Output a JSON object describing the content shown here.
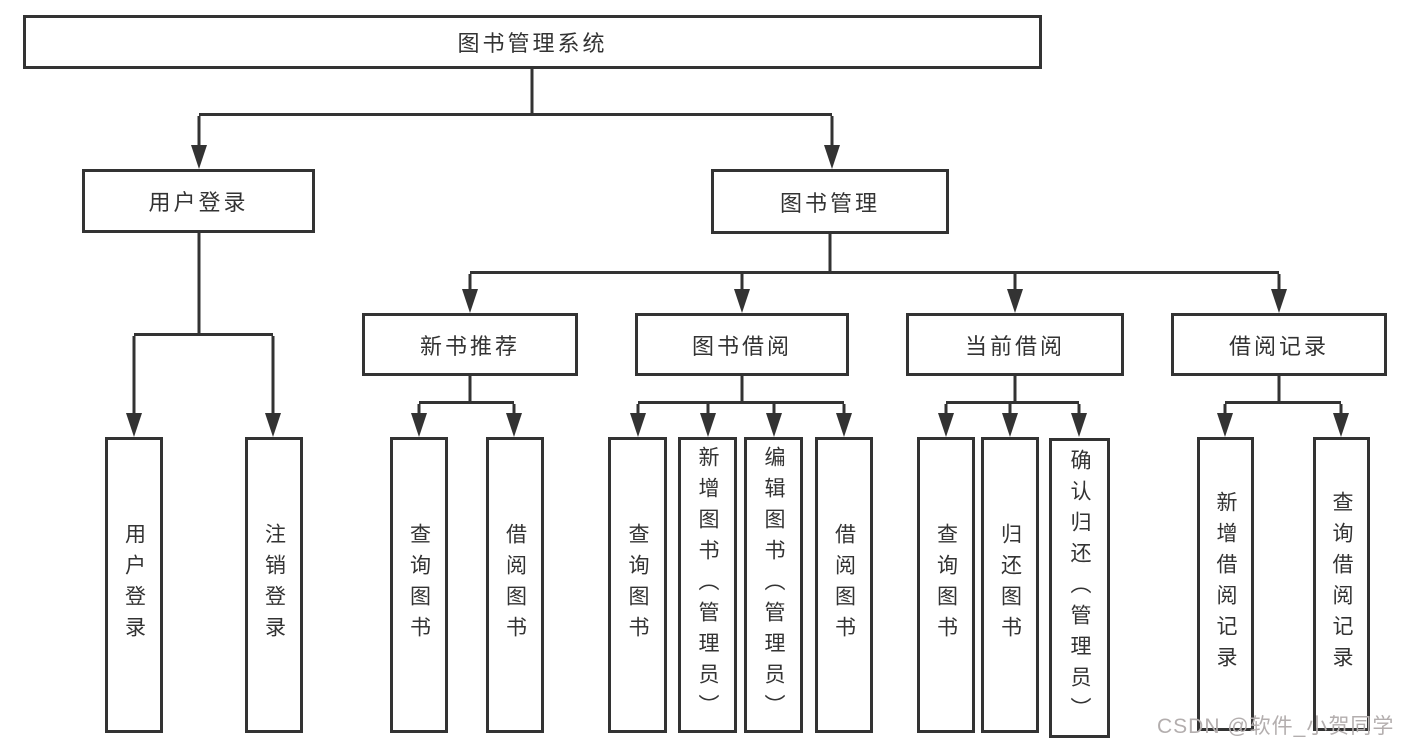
{
  "colors": {
    "line": "#333333",
    "text": "#333333",
    "watermark": "#b3aeae"
  },
  "watermark": "CSDN @软件_小贺同学",
  "tree": {
    "label": "图书管理系统",
    "children": [
      {
        "label": "用户登录",
        "children": [
          {
            "label": "用户登录"
          },
          {
            "label": "注销登录"
          }
        ]
      },
      {
        "label": "图书管理",
        "children": [
          {
            "label": "新书推荐",
            "children": [
              {
                "label": "查询图书"
              },
              {
                "label": "借阅图书"
              }
            ]
          },
          {
            "label": "图书借阅",
            "children": [
              {
                "label": "查询图书"
              },
              {
                "label": "新增图书（管理员）"
              },
              {
                "label": "编辑图书（管理员）"
              },
              {
                "label": "借阅图书"
              }
            ]
          },
          {
            "label": "当前借阅",
            "children": [
              {
                "label": "查询图书"
              },
              {
                "label": "归还图书"
              },
              {
                "label": "确认归还（管理员）"
              }
            ]
          },
          {
            "label": "借阅记录",
            "children": [
              {
                "label": "新增借阅记录"
              },
              {
                "label": "查询借阅记录"
              }
            ]
          }
        ]
      }
    ]
  }
}
